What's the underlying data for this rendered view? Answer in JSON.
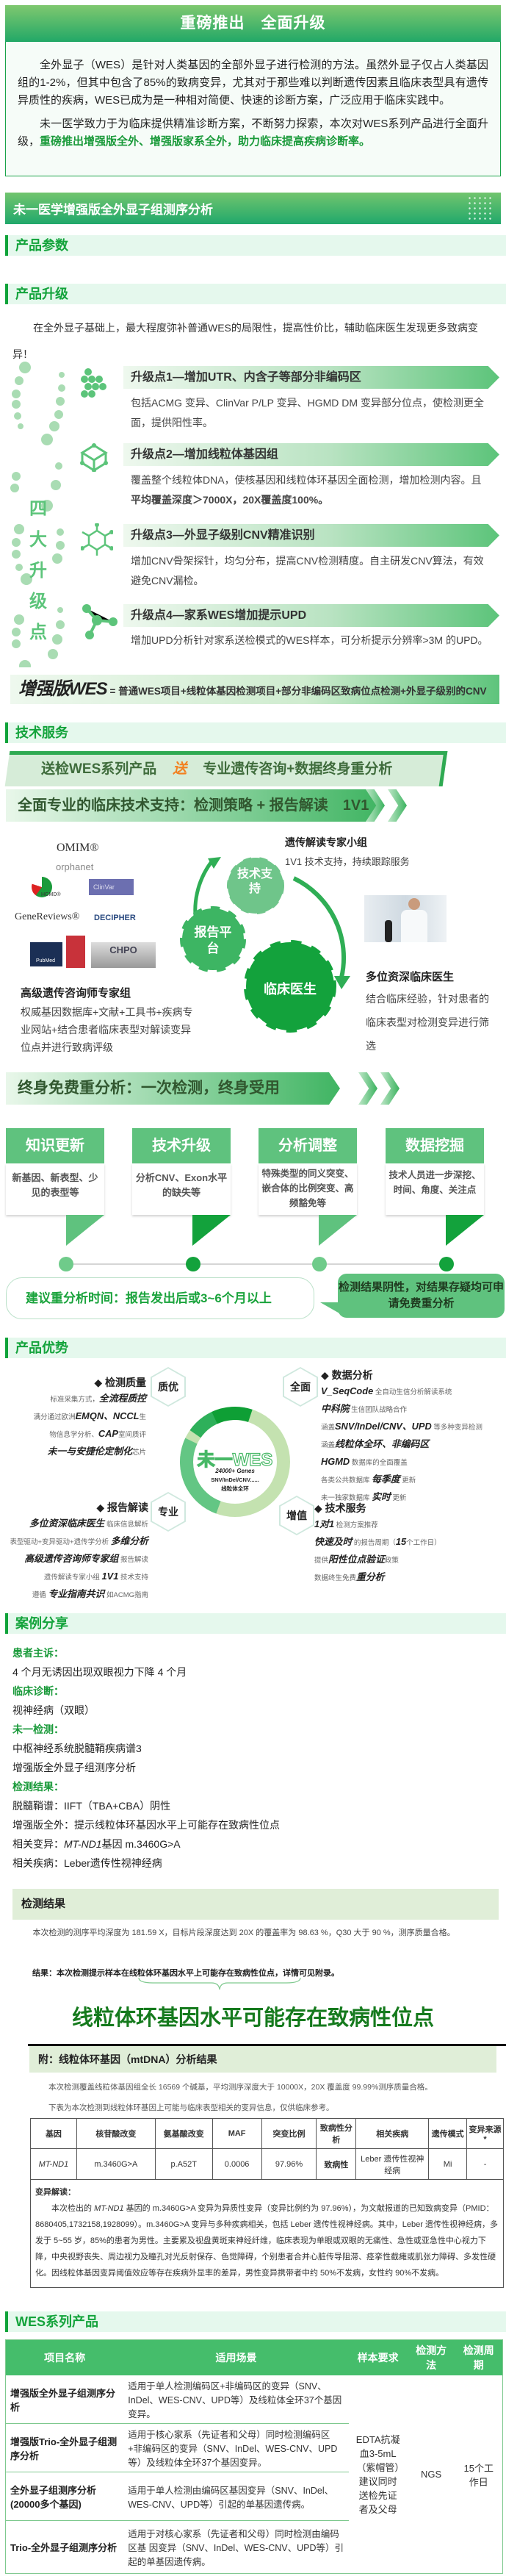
{
  "hero": {
    "title": "重磅推出　全面升级",
    "p1": "全外显子（WES）是针对人类基因的全部外显子进行检测的方法。虽然外显子仅占人类基因组的1-2%，但其中包含了85%的致病变异，尤其对于那些难以判断遗传因素且临床表型具有遗传异质性的疾病，WES已成为是一种相对简便、快速的诊断方案，广泛应用于临床实践中。",
    "p2": [
      {
        "t": "未一医学致力于为临床提供精准诊断方案，不断努力探索，本次对WES系列产品进行全面升级，"
      },
      {
        "t": "重磅推出增强版全外、增强版家系全外，助力临床提高疾病诊断率。",
        "g": true
      }
    ]
  },
  "banner": "未一医学增强版全外显子组测序分析",
  "sections": {
    "params": "产品参数",
    "upgrade": "产品升级",
    "service": "技术服务",
    "advantage": "产品优势",
    "case": "案例分享",
    "products": "WES系列产品"
  },
  "upgrade": {
    "intro": "在全外显子基础上，最大程度弥补普通WES的局限性，提高性价比，辅助临床医生发现更多致病变异！",
    "side_label": [
      "四",
      "大",
      "升",
      "级",
      "点"
    ],
    "points": [
      {
        "title": "升级点1—增加UTR、内含子等部分非编码区",
        "desc": [
          {
            "t": "包括ACMG 变异、ClinVar P/LP 变异、HGMD DM 变异部分位点，使检测更全面，提供阳性率。"
          }
        ]
      },
      {
        "title": "升级点2—增加线粒体基因组",
        "desc": [
          {
            "t": "覆盖整个线粒体DNA，使核基因和线粒体环基因全面检测，增加检测内容。且"
          },
          {
            "t": "平均覆盖深度＞7000X，20X覆盖度100%。",
            "b": true
          }
        ]
      },
      {
        "title": "升级点3—外显子级别CNV精准识别",
        "desc": [
          {
            "t": "增加CNV骨架探针，均匀分布，提高CNV检测精度。自主研发CNV算法，有效避免CNV漏检。"
          }
        ]
      },
      {
        "title": "升级点4—家系WES增加提示UPD",
        "desc": [
          {
            "t": "增加UPD分析针对家系送检模式的WES样本，可分析提示分辨率>3M 的UPD。"
          }
        ]
      }
    ]
  },
  "formula": {
    "brand": "增强版WES",
    "eq": "=",
    "text": "普通WES项目+线粒体基因检测项目+部分非编码区致病位点检测+外显子级别的CNV"
  },
  "service": {
    "send_left": "送检WES系列产品",
    "send_mid": "送",
    "send_right": "专业遗传咨询+数据终身重分析",
    "support": "全面专业的临床技术支持：检测策略 + 报告解读　1V1",
    "logos": [
      "OMIM®",
      "orphanet",
      "HGMD®",
      "ClinVar",
      "GeneReviews®",
      "DECIPHER",
      "PubMed",
      "CHPO"
    ],
    "gears": [
      "技术支持",
      "报告平台",
      "临床医生"
    ],
    "expert": {
      "title": "遗传解读专家小组",
      "desc": "1V1 技术支持，持续跟踪服务"
    },
    "counselor": {
      "title": "高级遗传咨询师专家组",
      "desc": "权威基因数据库+文献+工具书+疾病专业网站+结合患者临床表型对解读变异位点并进行致病评级"
    },
    "doctor": {
      "title": "多位资深临床医生",
      "desc": "结合临床经验，针对患者的临床表型对检测变异进行筛选"
    },
    "lifetime": "终身免费重分析：一次检测，终身受用",
    "cards": [
      {
        "title": "知识更新",
        "desc": "新基因、新表型、少见的表型等"
      },
      {
        "title": "技术升级",
        "desc": "分析CNV、Exon水平的缺失等"
      },
      {
        "title": "分析调整",
        "desc": "特殊类型的同义突变、嵌合体的比例突变、高频豁免等"
      },
      {
        "title": "数据挖掘",
        "desc": "技术人员进一步深挖、时间、角度、关注点"
      }
    ],
    "advice": "建议重分析时间：报告发出后或3~6个月以上",
    "negative": "检测结果阴性，对结果存疑均可申请免费重分析"
  },
  "advantage": {
    "center": {
      "logo": "未一WES",
      "genes": "24000+ Genes",
      "variants": "SNV/InDel/CNV......",
      "mito": "线粒体全环"
    },
    "quality": {
      "hex": "质优",
      "title": "◆ 检测质量",
      "lines": [
        [
          {
            "t": "标准采集方式，"
          },
          {
            "t": "全流程质控",
            "e": true
          }
        ],
        [
          {
            "t": "满分通过欧洲"
          },
          {
            "t": "EMQN、NCCL",
            "e": true
          },
          {
            "t": "生"
          }
        ],
        [
          {
            "t": "物信息学分析、"
          },
          {
            "t": "CAP",
            "e": true
          },
          {
            "t": "室间质评"
          }
        ],
        [
          {
            "t": "未一与安捷伦定制化",
            "e": true
          },
          {
            "t": "芯片"
          }
        ]
      ]
    },
    "data": {
      "hex": "全面",
      "title": "◆ 数据分析",
      "lines": [
        [
          {
            "t": "V_SeqCode",
            "e": true
          },
          {
            "t": " 全自动生信分析解读系统"
          }
        ],
        [
          {
            "t": "中科院",
            "e": true
          },
          {
            "t": " 生信团队战略合作"
          }
        ],
        [
          {
            "t": "涵盖"
          },
          {
            "t": "SNV/InDel/CNV、UPD",
            "e": true
          },
          {
            "t": " 等多种变异检测"
          }
        ],
        [
          {
            "t": "涵盖"
          },
          {
            "t": "线粒体全环、非编码区",
            "e": true
          }
        ],
        [
          {
            "t": "HGMD",
            "e": true
          },
          {
            "t": " 数据库的全面覆盖"
          }
        ],
        [
          {
            "t": "各类公共数据库 "
          },
          {
            "t": "每季度",
            "e": true
          },
          {
            "t": " 更新"
          }
        ],
        [
          {
            "t": "未一独家数据库 "
          },
          {
            "t": "实时",
            "e": true
          },
          {
            "t": " 更新"
          }
        ]
      ]
    },
    "report": {
      "hex": "专业",
      "title": "◆ 报告解读",
      "lines": [
        [
          {
            "t": "多位资深临床医生",
            "e": true
          },
          {
            "t": " 临床信息解析"
          }
        ],
        [
          {
            "t": "表型驱动+变异驱动+遗传学分析 "
          },
          {
            "t": "多维分析",
            "e": true
          }
        ],
        [
          {
            "t": "高级遗传咨询师专家组",
            "e": true
          },
          {
            "t": " 报告解读"
          }
        ],
        [
          {
            "t": "遗传解读专家小组 "
          },
          {
            "t": "1V1",
            "e": true
          },
          {
            "t": " 技术支持"
          }
        ],
        [
          {
            "t": "遵循 "
          },
          {
            "t": "专业指南共识",
            "e": true
          },
          {
            "t": " 如ACMG指南"
          }
        ]
      ]
    },
    "value": {
      "hex": "增值",
      "title": "◆ 技术服务",
      "lines": [
        [
          {
            "t": "1对1",
            "e": true
          },
          {
            "t": " 检测方案推荐"
          }
        ],
        [
          {
            "t": "快速及时",
            "e": true
          },
          {
            "t": " 的报告周期（"
          },
          {
            "t": "15",
            "e": true
          },
          {
            "t": "个工作日）"
          }
        ],
        [
          {
            "t": "提供"
          },
          {
            "t": "阳性位点验证",
            "e": true
          },
          {
            "t": "政策"
          }
        ],
        [
          {
            "t": "数据终生免费"
          },
          {
            "t": "重分析",
            "e": true
          }
        ]
      ]
    }
  },
  "case": {
    "items": [
      {
        "label": "患者主诉：",
        "lines": [
          [
            {
              "t": "4 个月无诱因出现双眼视力下降 4 个月"
            }
          ]
        ]
      },
      {
        "label": "临床诊断：",
        "lines": [
          [
            {
              "t": "视神经病（双眼）"
            }
          ]
        ]
      },
      {
        "label": "未一检测：",
        "lines": [
          [
            {
              "t": "中枢神经系统脱髓鞘疾病谱3"
            }
          ],
          [
            {
              "t": "增强版全外显子组测序分析"
            }
          ]
        ]
      },
      {
        "label": "检测结果：",
        "lines": [
          [
            {
              "t": "脱髓鞘谱：IIFT（TBA+CBA）阴性"
            }
          ],
          [
            {
              "t": "增强版全外：提示线粒体环基因水平上可能存在致病性位点"
            }
          ],
          [
            {
              "t": "相关变异："
            },
            {
              "t": "MT-ND1",
              "i": true
            },
            {
              "t": "基因 m.3460G>A"
            }
          ],
          [
            {
              "t": "相关疾病：Leber遗传性视神经病"
            }
          ]
        ]
      }
    ]
  },
  "report": {
    "title": "检测结果",
    "text": "本次检测的测序平均深度为 181.59 X，目标片段深度达到 20X 的覆盖率为 98.63 %，Q30 大于 90 %，测序质量合格。",
    "result": "结果：本次检测提示样本在线粒体环基因水平上可能存在致病性位点，详情可见附录。",
    "headline": "线粒体环基因水平可能存在致病性位点",
    "appendix": {
      "title": "附：线粒体环基因（mtDNA）分析结果",
      "text1": "本次检测覆盖线粒体基因组全长 16569 个碱基，平均测序深度大于 10000X，20X 覆盖度 99.99%测序质量合格。",
      "text2": "下表为本次检测到线粒体环基因上可能与临床表型相关的变异信息，仅供临床参考。",
      "headers": [
        "基因",
        "核苷酸改变",
        "氨基酸改变",
        "MAF",
        "突变比例",
        "致病性分析",
        "相关疾病",
        "遗传模式",
        "变异来源*"
      ],
      "row": [
        "MT-ND1",
        "m.3460G>A",
        "p.A52T",
        "0.0006",
        "97.96%",
        "致病性",
        "Leber 遗传性视神经病",
        "Mi",
        "-"
      ],
      "interp_label": "变异解读：",
      "interp": [
        {
          "t": "本次检出的 "
        },
        {
          "t": "MT-ND1",
          "i": true
        },
        {
          "t": " 基因的 m.3460G>A 变异为异质性变异（变异比例约为 97.96%），为文献报道的已知致病变异（PMID：8680405,1732158,1928099）。m.3460G>A 变异与多种疾病相关，包括 Leber 遗传性视神经病。其中，Leber 遗传性视神经病，多发于 5~55 岁，85%的患者为男性。主要累及视盘黄斑束神经纤维，临床表现为单眼或双眼的无痛性、急性或亚急性中心视力下降，中央视野丧失、周边视力及瞳孔对光反射保存、色觉障碍，个别患者合并心脏传导阻滞、痉挛性截瘫或肌张力障碍、多发性硬化。因线粒体基因变异阈值效应等存在疾病外显率的差异，男性变异携带者中约 50%不发病，女性约 90%不发病。"
        }
      ]
    }
  },
  "products": {
    "headers": [
      "项目名称",
      "适用场景",
      "样本要求",
      "检测方法",
      "检测周期"
    ],
    "rows": [
      {
        "name": "增强版全外显子组测序分析",
        "scene": "适用于单人检测编码区+非编码区的变异（SNV、InDel、WES-CNV、UPD等）及线粒体全环37个基因变异。"
      },
      {
        "name": "增强版Trio-全外显子组测序分析",
        "scene": "适用于核心家系（先证者和父母）同时检测编码区+非编码区的变异（SNV、InDel、WES-CNV、UPD等）及线粒体全环37个基因变异。"
      },
      {
        "name": "全外显子组测序分析(20000多个基因)",
        "scene": "适用于单人检测由编码区基因变异（SNV、InDel、WES-CNV、UPD等）引起的单基因遗传病。"
      },
      {
        "name": "Trio-全外显子组测序分析",
        "scene": "适用于对核心家系（先证者和父母）同时检测由编码区基 因变异（SNV、InDel、WES-CNV、UPD等）引起的单基因遗传病。"
      }
    ],
    "sample": "EDTA抗凝血3-5mL（紫帽管）建议同时送检先证者及父母",
    "method": "NGS",
    "cycle": "15个工作日"
  },
  "colors": {
    "primary": "#1aa34a",
    "accent_orange": "#f2801f",
    "headline": "#157a1d"
  }
}
